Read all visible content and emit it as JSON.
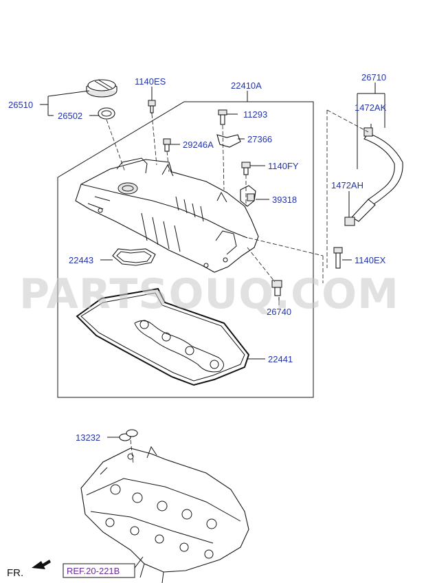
{
  "watermark": "PARTSOUQ.COM",
  "labels": {
    "p26510": "26510",
    "p26502": "26502",
    "p1140ES": "1140ES",
    "p22410A": "22410A",
    "p11293": "11293",
    "p29246A": "29246A",
    "p27366": "27366",
    "p1140FY": "1140FY",
    "p39318": "39318",
    "p26710": "26710",
    "p1472AK": "1472AK",
    "p1472AH": "1472AH",
    "p1140EX": "1140EX",
    "p22443": "22443",
    "p26740": "26740",
    "p22441": "22441",
    "p13232": "13232"
  },
  "front_marker": "FR.",
  "reference": "REF.20-221B",
  "colors": {
    "label": "#2233aa",
    "reference": "#6a2a9a",
    "watermark": "#c8c8c8"
  }
}
